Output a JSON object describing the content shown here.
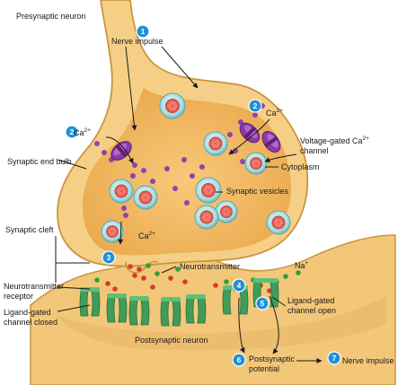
{
  "labels": {
    "presynaptic_neuron": "Presynaptic neuron",
    "nerve_impulse_top": "Nerve impulse",
    "ca_left": "Ca",
    "ca_right": "Ca",
    "ca_center": "Ca",
    "ca_sup": "2+",
    "voltage_gated_line1": "Voltage-gated Ca",
    "voltage_gated_line2": "channel",
    "cytoplasm": "Cytoplasm",
    "synaptic_end_bulb": "Synaptic end bulb",
    "synaptic_vesicles": "Synaptic vesicles",
    "synaptic_cleft": "Synaptic cleft",
    "neurotransmitter": "Neurotransmitter",
    "na": "Na",
    "na_sup": "+",
    "nt_receptor_line1": "Neurotransmitter",
    "nt_receptor_line2": "receptor",
    "ligand_closed_line1": "Ligand-gated",
    "ligand_closed_line2": "channel closed",
    "ligand_open_line1": "Ligand-gated",
    "ligand_open_line2": "channel open",
    "postsynaptic_neuron": "Postsynaptic neuron",
    "postsynaptic_potential_line1": "Postsynaptic",
    "postsynaptic_potential_line2": "potential",
    "nerve_impulse_bottom": "Nerve impulse"
  },
  "steps": [
    "1",
    "2",
    "2",
    "3",
    "4",
    "5",
    "6",
    "7"
  ],
  "colors": {
    "neuron_fill": "#f6cf86",
    "neuron_edge": "#c9953f",
    "cytoplasm": "#f2ba62",
    "postsynaptic": "#f3c77a",
    "vesicle": "#a8dde0",
    "vesicle_core": "#e2574c",
    "calcium": "#8e44ad",
    "channel_ca": "#8b3aa8",
    "receptor": "#3f9c5a",
    "badge": "#1e90d8",
    "nt_red": "#d63a2f",
    "nt_green": "#2e9e3c"
  }
}
